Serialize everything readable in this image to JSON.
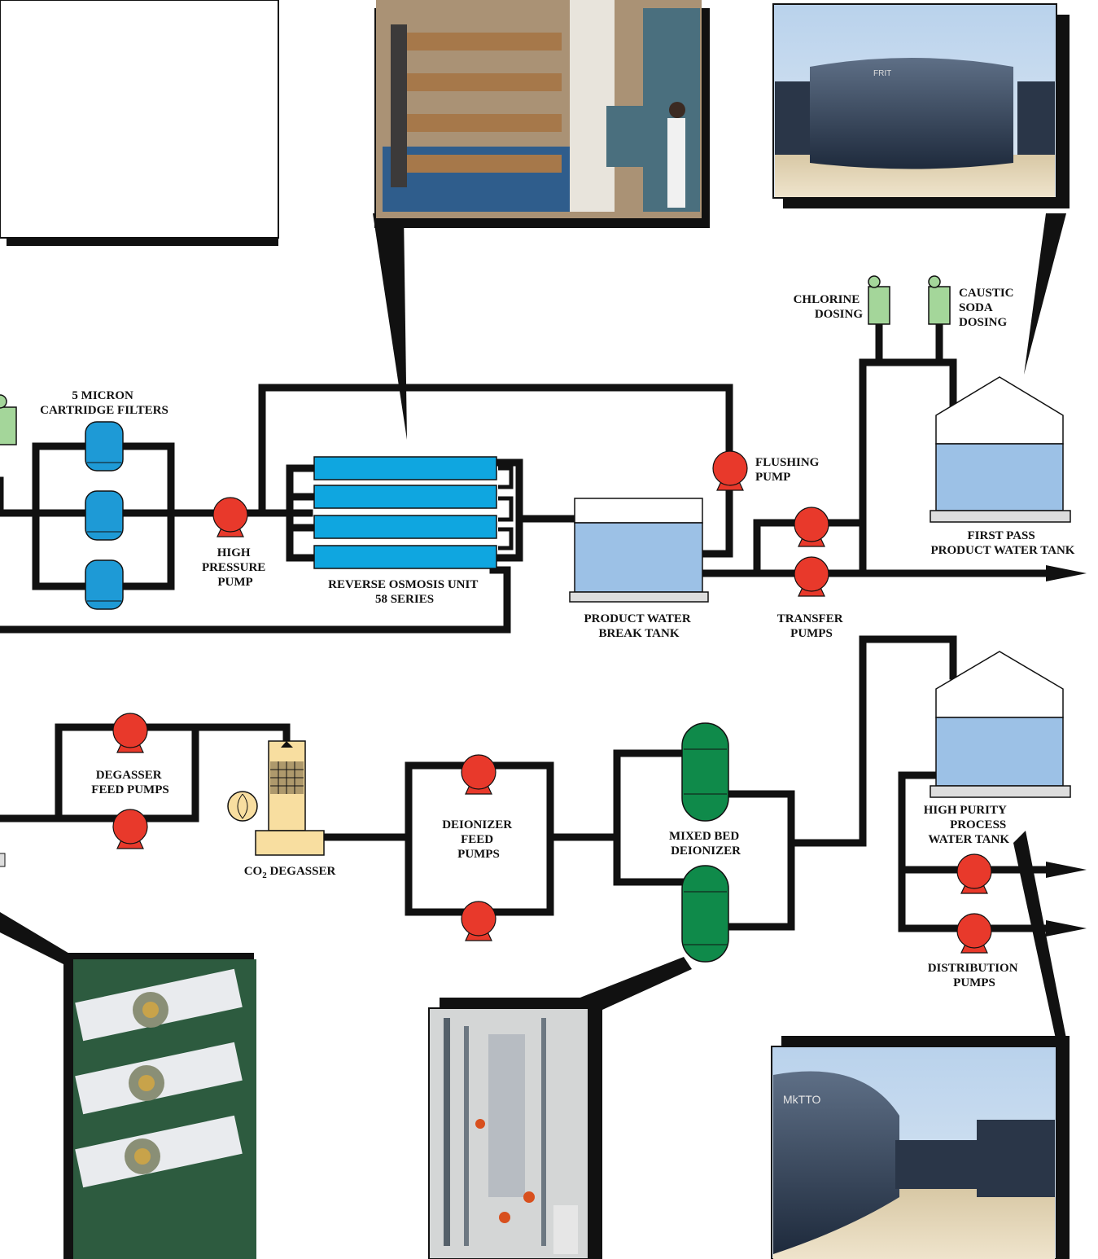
{
  "labels": {
    "cartridge_filters": [
      "5 MICRON",
      "CARTRIDGE FILTERS"
    ],
    "high_pressure_pump": [
      "HIGH",
      "PRESSURE",
      "PUMP"
    ],
    "ro_unit": [
      "REVERSE OSMOSIS UNIT",
      "58 SERIES"
    ],
    "flushing_pump": [
      "FLUSHING",
      "PUMP"
    ],
    "product_break_tank": [
      "PRODUCT WATER",
      "BREAK TANK"
    ],
    "transfer_pumps": [
      "TRANSFER",
      "PUMPS"
    ],
    "chlorine_dosing": [
      "CHLORINE",
      "DOSING"
    ],
    "caustic_soda_dosing": [
      "CAUSTIC",
      "SODA",
      "DOSING"
    ],
    "first_pass_tank": [
      "FIRST PASS",
      "PRODUCT WATER TANK"
    ],
    "degasser_feed_pumps": [
      "DEGASSER",
      "FEED PUMPS"
    ],
    "co2_degasser": {
      "prefix": "CO",
      "sub": "2",
      "suffix": " DEGASSER"
    },
    "deionizer_feed_pumps": [
      "DEIONIZER",
      "FEED",
      "PUMPS"
    ],
    "mixed_bed_deionizer": [
      "MIXED BED",
      "DEIONIZER"
    ],
    "high_purity_tank": [
      "HIGH PURITY",
      "PROCESS",
      "WATER TANK"
    ],
    "distribution_pumps": [
      "DISTRIBUTION",
      "PUMPS"
    ]
  },
  "colors": {
    "pump": "#e8392b",
    "filter": "#1e9ad6",
    "ro_membrane": "#0fa6e0",
    "water": "#9cc1e6",
    "dosing": "#a4d69a",
    "deionizer": "#0f8a4a",
    "degasser": "#f8dea0",
    "pipe": "#111111"
  },
  "photos": [
    "ro-unit-photo",
    "storage-tank-photo",
    "membrane-housings-photo",
    "deionizer-skid-photo",
    "process-tank-photo"
  ]
}
